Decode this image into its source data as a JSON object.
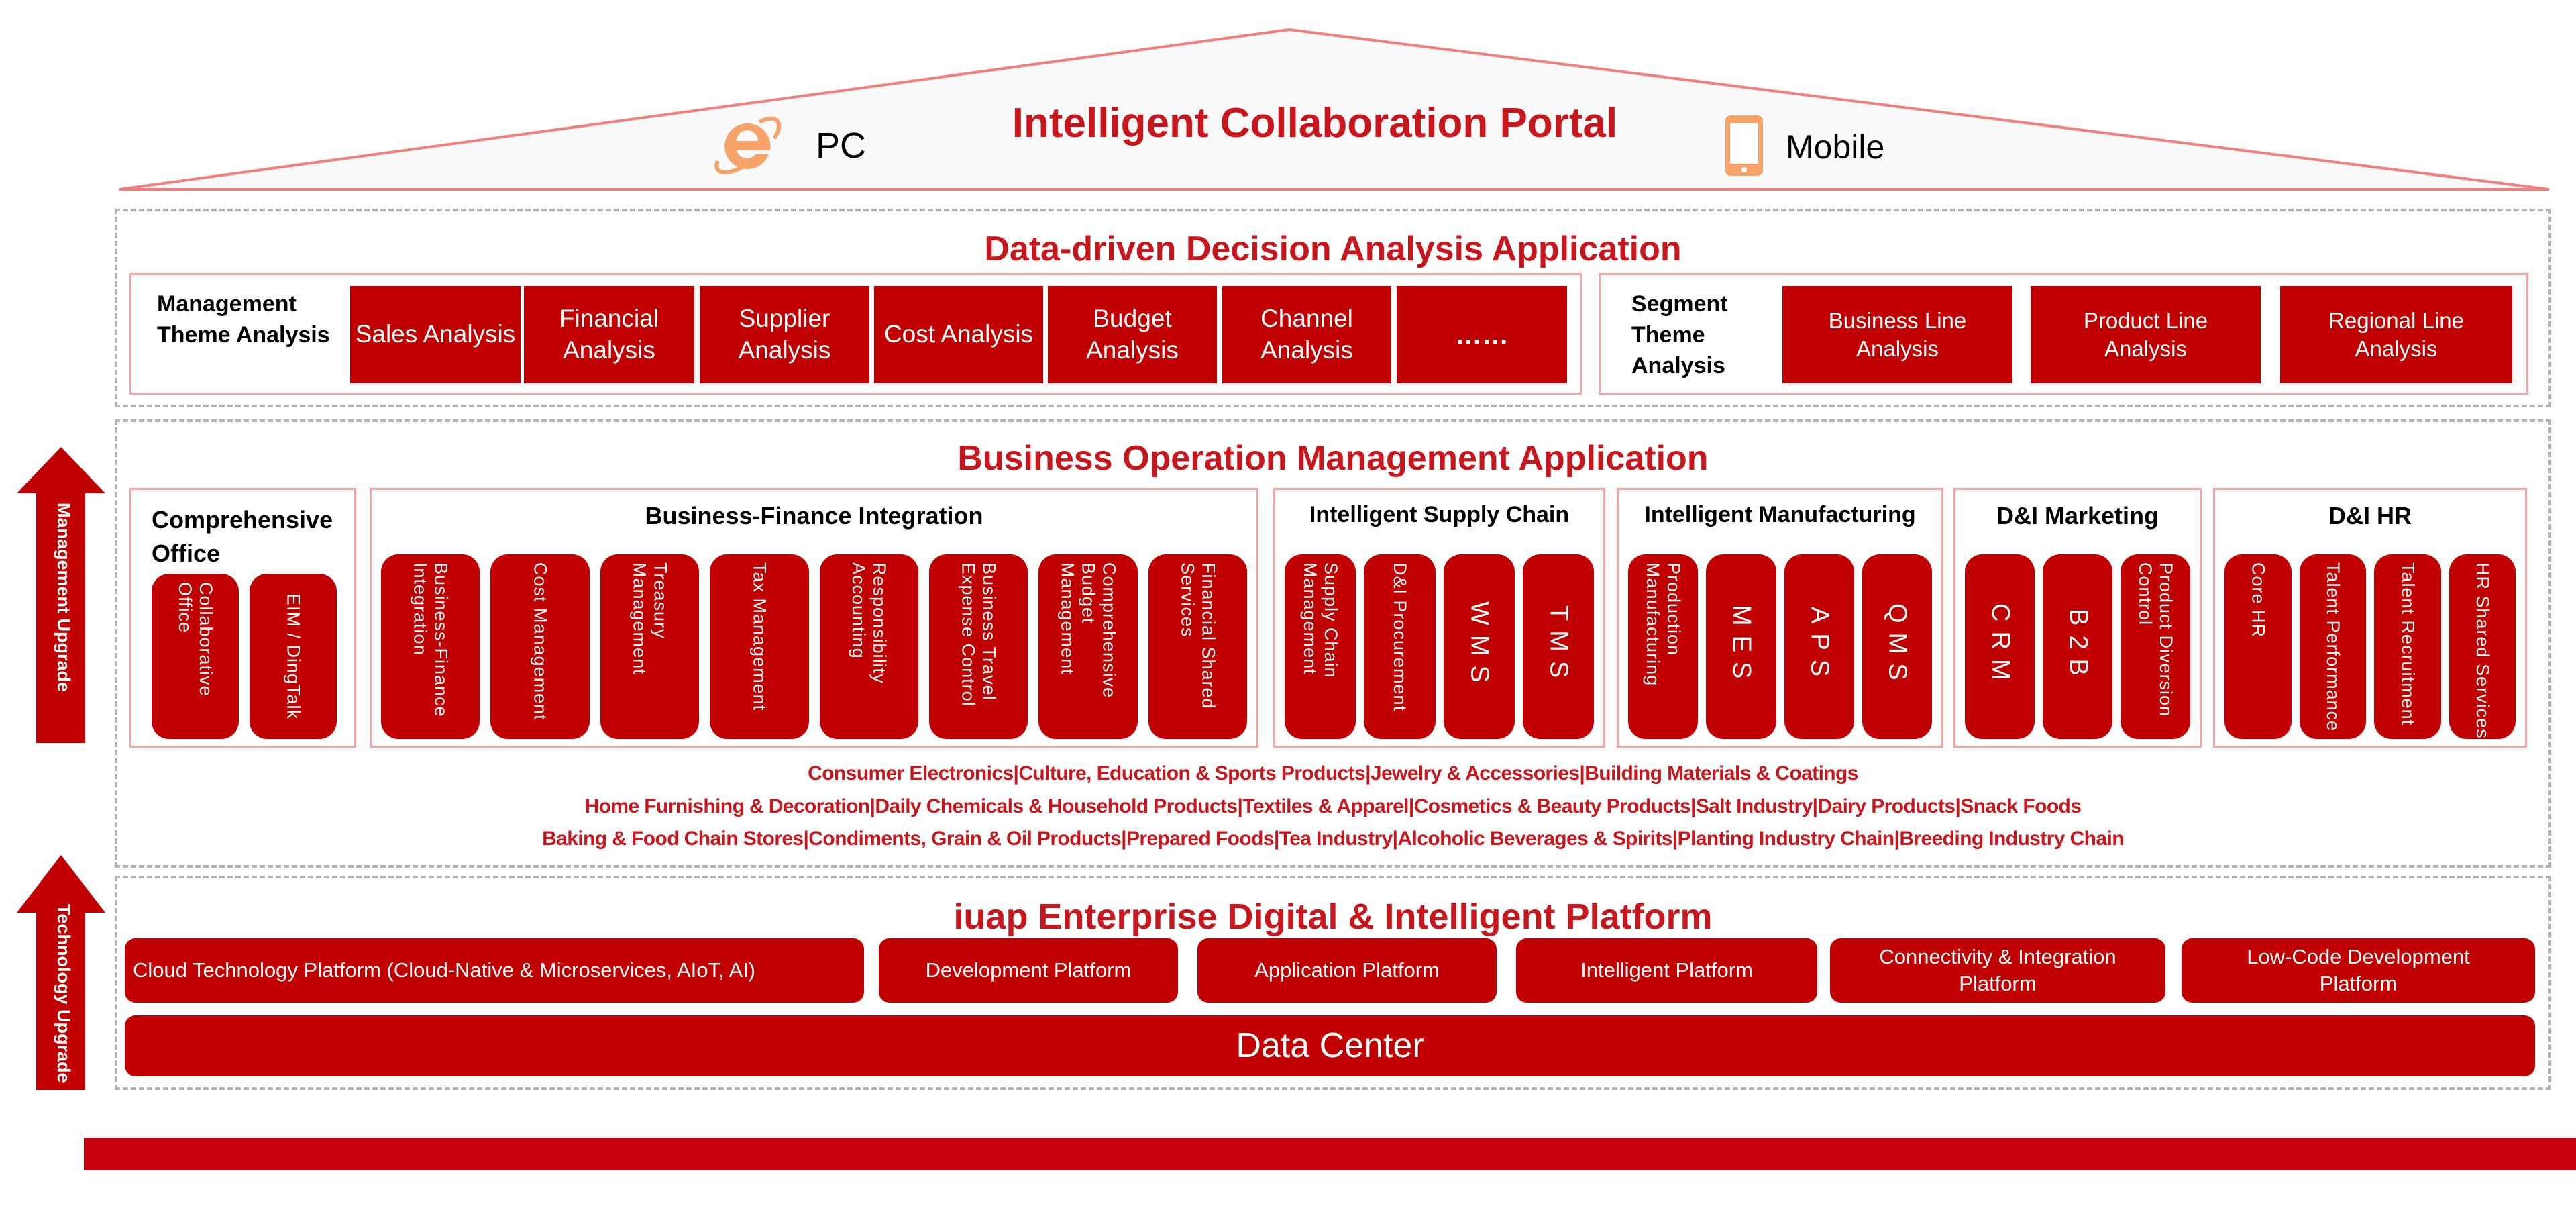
{
  "portal": {
    "title": "Intelligent Collaboration Portal",
    "pc": "PC",
    "mobile": "Mobile"
  },
  "decision": {
    "title": "Data-driven Decision Analysis Application",
    "management_label": "Management Theme Analysis",
    "management_items": [
      "Sales Analysis",
      "Financial Analysis",
      "Supplier Analysis",
      "Cost Analysis",
      "Budget Analysis",
      "Channel Analysis",
      "……"
    ],
    "segment_label": "Segment Theme Analysis",
    "segment_items": [
      "Business Line Analysis",
      "Product Line Analysis",
      "Regional Line Analysis"
    ]
  },
  "operation": {
    "title": "Business Operation Management Application",
    "groups": [
      {
        "title": "Comprehensive Office",
        "items": [
          "Collaborative Office",
          "EIM / DingTalk"
        ]
      },
      {
        "title": "Business-Finance Integration",
        "items": [
          "Business-Finance Integration",
          "Cost Management",
          "Treasury Management",
          "Tax Management",
          "Responsibility Accounting",
          "Business Travel Expense Control",
          "Comprehensive Budget Management",
          "Financial Shared Services"
        ]
      },
      {
        "title": "Intelligent Supply Chain",
        "items": [
          "Supply Chain Management",
          "D&I Procurement",
          "WMS",
          "TMS"
        ]
      },
      {
        "title": "Intelligent Manufacturing",
        "items": [
          "Production Manufacturing",
          "MES",
          "APS",
          "QMS"
        ]
      },
      {
        "title": "D&I Marketing",
        "items": [
          "CRM",
          "B2B",
          "Product Diversion Control"
        ]
      },
      {
        "title": "D&I HR",
        "items": [
          "Core HR",
          "Talent Performance",
          "Talent Recruitment",
          "HR Shared Services"
        ]
      }
    ],
    "industries": [
      "Consumer Electronics|Culture, Education & Sports Products|Jewelry & Accessories|Building Materials & Coatings",
      "Home Furnishing & Decoration|Daily Chemicals & Household Products|Textiles & Apparel|Cosmetics & Beauty Products|Salt Industry|Dairy Products|Snack Foods",
      "Baking & Food Chain Stores|Condiments, Grain & Oil Products|Prepared Foods|Tea Industry|Alcoholic Beverages & Spirits|Planting Industry Chain|Breeding Industry Chain"
    ]
  },
  "platform": {
    "title": "iuap Enterprise Digital & Intelligent Platform",
    "items": [
      "Cloud Technology Platform (Cloud-Native & Microservices, AIoT, AI)",
      "Development Platform",
      "Application Platform",
      "Intelligent Platform",
      "Connectivity & Integration Platform",
      "Low-Code Development Platform"
    ],
    "data_center": "Data Center"
  },
  "arrows": {
    "management": "Management Upgrade",
    "technology": "Technology Upgrade"
  },
  "colors": {
    "primary": "#c00000",
    "title": "#c8161d",
    "roof_stroke": "#f08080"
  }
}
